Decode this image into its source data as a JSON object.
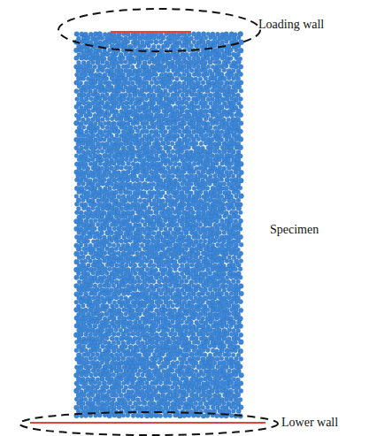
{
  "diagram": {
    "labels": [
      "Loading wall",
      "Specimen",
      "Lower wall"
    ]
  }
}
